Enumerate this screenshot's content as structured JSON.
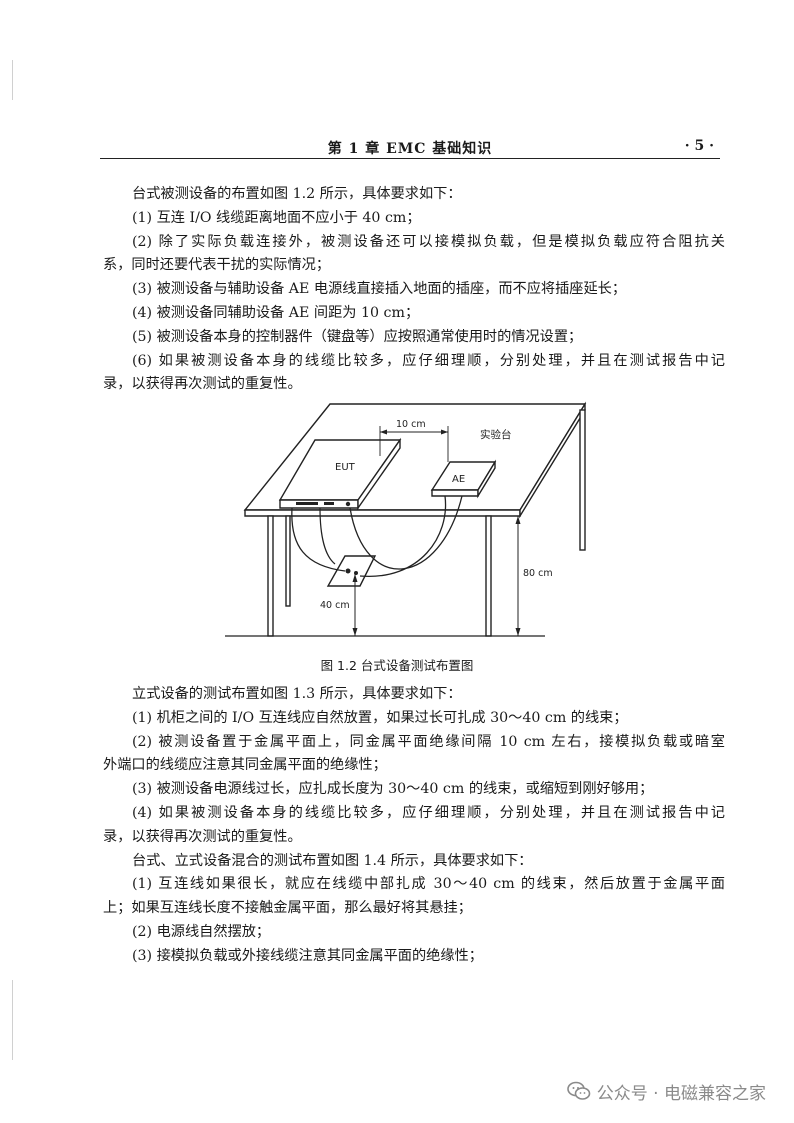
{
  "header": {
    "chapter_title": "第 1 章   EMC 基础知识",
    "page_number": "· 5 ·"
  },
  "block1": [
    "台式被测设备的布置如图 1.2 所示，具体要求如下：",
    "(1) 互连 I/O 线缆距离地面不应小于 40 cm；",
    "(2) 除了实际负载连接外，被测设备还可以接模拟负载，但是模拟负载应符合阻抗关",
    "系，同时还要代表干扰的实际情况；",
    "(3) 被测设备与辅助设备 AE 电源线直接插入地面的插座，而不应将插座延长；",
    "(4) 被测设备同辅助设备 AE 间距为 10 cm；",
    "(5) 被测设备本身的控制器件（键盘等）应按照通常使用时的情况设置；",
    "(6) 如果被测设备本身的线缆比较多，应仔细理顺，分别处理，并且在测试报告中记",
    "录，以获得再次测试的重复性。"
  ],
  "figure": {
    "label_10cm": "10 cm",
    "label_table": "实验台",
    "label_eut": "EUT",
    "label_ae": "AE",
    "label_80cm": "80 cm",
    "label_40cm": "40 cm",
    "caption": "图 1.2    台式设备测试布置图"
  },
  "block2": [
    "立式设备的测试布置如图 1.3 所示，具体要求如下：",
    "(1) 机柜之间的 I/O 互连线应自然放置，如果过长可扎成 30～40 cm 的线束；",
    "(2) 被测设备置于金属平面上，同金属平面绝缘间隔 10 cm 左右，接模拟负载或暗室",
    "外端口的线缆应注意其同金属平面的绝缘性；",
    "(3) 被测设备电源线过长，应扎成长度为 30～40 cm 的线束，或缩短到刚好够用；",
    "(4) 如果被测设备本身的线缆比较多，应仔细理顺，分别处理，并且在测试报告中记",
    "录，以获得再次测试的重复性。",
    "台式、立式设备混合的测试布置如图 1.4 所示，具体要求如下：",
    "(1) 互连线如果很长，就应在线缆中部扎成 30～40 cm 的线束，然后放置于金属平面",
    "上；如果互连线长度不接触金属平面，那么最好将其悬挂；",
    "(2) 电源线自然摆放；",
    "(3) 接模拟负载或外接线缆注意其同金属平面的绝缘性；"
  ],
  "watermark": {
    "text": "公众号 · 电磁兼容之家",
    "icon": "wechat-icon"
  }
}
